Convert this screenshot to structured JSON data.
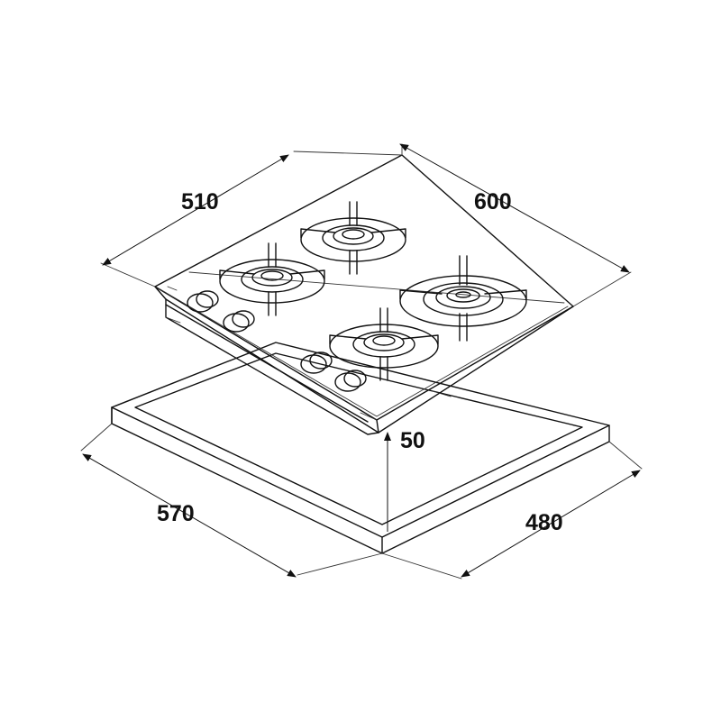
{
  "dimensions": {
    "depth_top": "510",
    "width_top": "600",
    "height": "50",
    "cutout_width": "570",
    "cutout_depth": "480"
  },
  "colors": {
    "line": "#111111",
    "background": "#ffffff"
  }
}
